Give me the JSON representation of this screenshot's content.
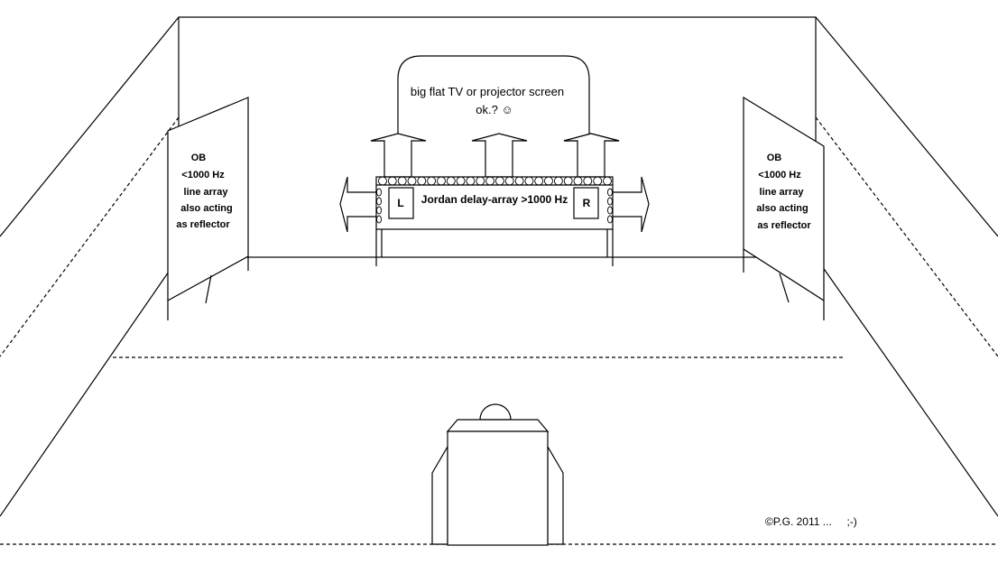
{
  "labels": {
    "screen_line1": "big flat TV or projector screen",
    "screen_line2": "ok.? ☺",
    "array_label": "Jordan delay-array >1000 Hz",
    "left_channel": "L",
    "right_channel": "R",
    "left_panel": [
      "OB",
      "<1000 Hz",
      "line array",
      "also acting",
      "as reflector"
    ],
    "right_panel": [
      "OB",
      "<1000 Hz",
      "line array",
      "also acting",
      "as reflector"
    ],
    "copyright": "©P.G. 2011 ...     ;-)"
  },
  "colors": {
    "stroke": "#000000",
    "background": "#ffffff"
  }
}
